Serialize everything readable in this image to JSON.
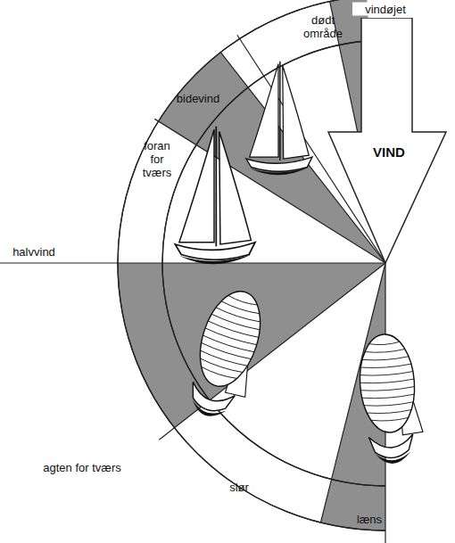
{
  "diagram": {
    "nodes": [
      {
        "text": [
          "VIND"
        ]
      }
    ],
    "labels": [
      "vindøjet",
      "dødt område",
      "bidevind",
      "foran for tværs",
      "halvvind",
      "agten for tværs",
      "slør",
      "læns"
    ]
  }
}
